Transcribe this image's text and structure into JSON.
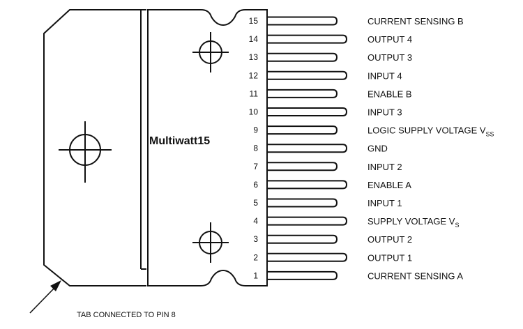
{
  "package_name": "Multiwatt15",
  "tab_note": "TAB CONNECTED TO PIN 8",
  "pins": [
    {
      "number": "15",
      "label": "CURRENT SENSING B",
      "sub": "",
      "long": false
    },
    {
      "number": "14",
      "label": "OUTPUT 4",
      "sub": "",
      "long": true
    },
    {
      "number": "13",
      "label": "OUTPUT 3",
      "sub": "",
      "long": false
    },
    {
      "number": "12",
      "label": "INPUT 4",
      "sub": "",
      "long": true
    },
    {
      "number": "11",
      "label": "ENABLE B",
      "sub": "",
      "long": false
    },
    {
      "number": "10",
      "label": "INPUT 3",
      "sub": "",
      "long": true
    },
    {
      "number": "9",
      "label": "LOGIC SUPPLY VOLTAGE V",
      "sub": "SS",
      "long": false
    },
    {
      "number": "8",
      "label": "GND",
      "sub": "",
      "long": true
    },
    {
      "number": "7",
      "label": "INPUT 2",
      "sub": "",
      "long": false
    },
    {
      "number": "6",
      "label": "ENABLE A",
      "sub": "",
      "long": true
    },
    {
      "number": "5",
      "label": "INPUT 1",
      "sub": "",
      "long": false
    },
    {
      "number": "4",
      "label": "SUPPLY VOLTAGE V",
      "sub": "S",
      "long": true
    },
    {
      "number": "3",
      "label": "OUTPUT 2",
      "sub": "",
      "long": false
    },
    {
      "number": "2",
      "label": "OUTPUT 1",
      "sub": "",
      "long": true
    },
    {
      "number": "1",
      "label": "CURRENT SENSING A",
      "sub": "",
      "long": false
    }
  ]
}
